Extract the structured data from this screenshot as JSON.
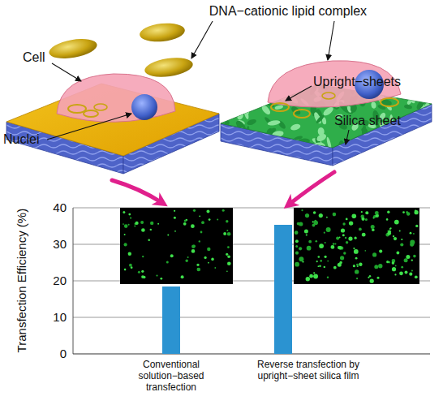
{
  "diagram": {
    "labels": [
      "DNA−cationic lipid complex",
      "Cell",
      "Upright−sheets",
      "Silica sheet",
      "Nuclei",
      "40",
      "30",
      "20",
      "10",
      "0",
      "Transfection Efficiency (%)",
      "Conventional solution−based transfection",
      "Reverse transfection by upright−sheet silica film"
    ]
  }
}
